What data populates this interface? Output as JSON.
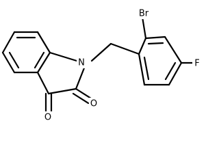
{
  "structure": {
    "atoms": {
      "nitrogen": "N",
      "bromine": "Br",
      "fluorine": "F",
      "oxygen_top": "O",
      "oxygen_bottom": "O"
    }
  },
  "colors": {
    "bond": "#000000",
    "background": "#ffffff"
  }
}
